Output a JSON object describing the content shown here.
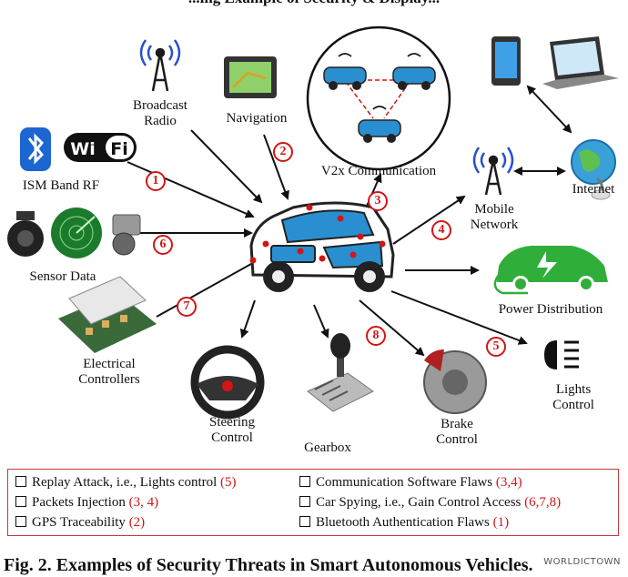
{
  "cut_title": "...ing Example of Security & Display...",
  "labels": {
    "broadcast_radio_1": "Broadcast",
    "broadcast_radio_2": "Radio",
    "navigation": "Navigation",
    "v2x": "V2x Communication",
    "ism_band": "ISM Band RF",
    "wifi": "WiFi",
    "internet": "Internet",
    "mobile_1": "Mobile",
    "mobile_2": "Network",
    "sensor": "Sensor Data",
    "power": "Power Distribution",
    "electrical_1": "Electrical",
    "electrical_2": "Controllers",
    "lights_1": "Lights",
    "lights_2": "Control",
    "steering_1": "Steering",
    "steering_2": "Control",
    "gearbox": "Gearbox",
    "brake_1": "Brake",
    "brake_2": "Control"
  },
  "badges": {
    "b1": "1",
    "b2": "2",
    "b3": "3",
    "b4": "4",
    "b5": "5",
    "b6": "6",
    "b7": "7",
    "b8": "8"
  },
  "legend": {
    "left": [
      {
        "text": "Replay Attack, i.e., Lights control ",
        "ref": "(5)"
      },
      {
        "text": "Packets Injection ",
        "ref": "(3, 4)"
      },
      {
        "text": "GPS Traceability ",
        "ref": "(2)"
      }
    ],
    "right": [
      {
        "text": "Communication Software Flaws ",
        "ref": "(3,4)"
      },
      {
        "text": "Car Spying, i.e., Gain Control Access ",
        "ref": "(6,7,8)"
      },
      {
        "text": "Bluetooth Authentication Flaws ",
        "ref": "(1)"
      }
    ]
  },
  "caption": "Fig. 2. Examples of Security Threats in Smart Autonomous Vehicles.",
  "watermark": "WORLDICTOWN",
  "colors": {
    "accent_red": "#d01616",
    "car_blue": "#2a8fd0",
    "power_green": "#2fae3a",
    "radar_green": "#1c7a2c"
  }
}
